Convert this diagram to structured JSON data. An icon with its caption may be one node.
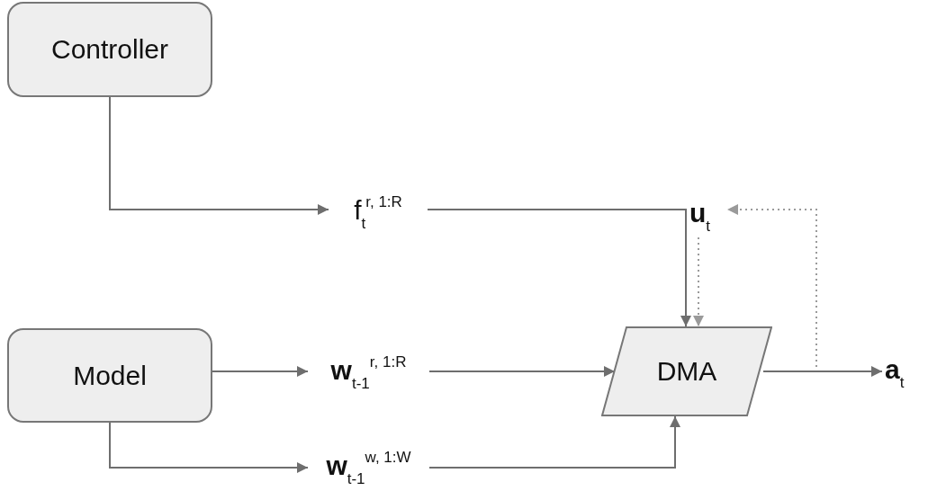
{
  "diagram": {
    "nodes": [
      {
        "text": [
          "Controller"
        ]
      },
      {
        "text": [
          "f$_{t}$$^{r, 1:R}$"
        ]
      },
      {
        "text": [
          "**u**$_{t}$"
        ]
      },
      {
        "text": [
          "Model"
        ]
      },
      {
        "text": [
          "**w**$_{t-1}$$^{r, 1:R}$"
        ]
      },
      {
        "text": [
          "**w**$_{t-1}$$^{w, 1:W}$"
        ]
      },
      {
        "text": [
          "DMA"
        ]
      },
      {
        "text": [
          "**a**$_{t}$"
        ]
      }
    ],
    "edges": [
      {
        "from": 0,
        "to": 1,
        "arrow": "to"
      },
      {
        "from": 1,
        "to": 6,
        "arrow": "to"
      },
      {
        "from": 2,
        "to": 6,
        "arrow": "to",
        "style": "dashed",
        "color": "#9a9a9a"
      },
      {
        "from": 6,
        "to": 2,
        "arrow": "to",
        "style": "dashed",
        "color": "#9a9a9a"
      },
      {
        "from": 3,
        "to": 4,
        "arrow": "to"
      },
      {
        "from": 4,
        "to": 6,
        "arrow": "to"
      },
      {
        "from": 3,
        "to": 5,
        "arrow": "to"
      },
      {
        "from": 5,
        "to": 6,
        "arrow": "to"
      },
      {
        "from": 6,
        "to": 7,
        "arrow": "to"
      }
    ]
  }
}
